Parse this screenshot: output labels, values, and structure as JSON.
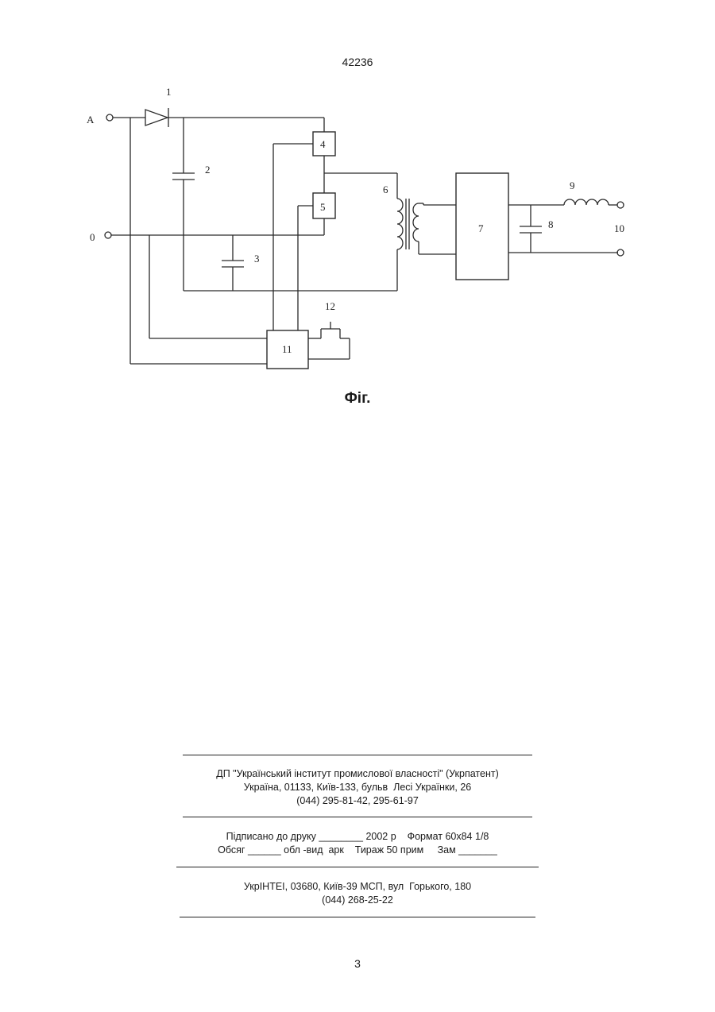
{
  "header": {
    "doc_number": "42236"
  },
  "figure": {
    "caption": "Фіг.",
    "terminals": {
      "a": "A",
      "zero": "0",
      "out": "10"
    },
    "labels": {
      "l1": "1",
      "l2": "2",
      "l3": "3",
      "l4": "4",
      "l5": "5",
      "l6": "6",
      "l7": "7",
      "l8": "8",
      "l9": "9",
      "l11": "11",
      "l12": "12"
    }
  },
  "imprint": {
    "block1": {
      "line1": "ДП \"Український інститут промислової власності\" (Укрпатент)",
      "line2": "Україна, 01133, Київ-133, бульв  Лесі Українки, 26",
      "line3": "(044) 295-81-42, 295-61-97"
    },
    "block2": {
      "line1": "Підписано до друку ________ 2002 р    Формат 60х84 1/8",
      "line2": "Обсяг ______ обл -вид  арк    Тираж 50 прим     Зам _______"
    },
    "block3": {
      "line1": "УкрІНТЕІ, 03680, Київ-39 МСП, вул  Горького, 180",
      "line2": "(044) 268-25-22"
    }
  },
  "footer": {
    "page_number": "3"
  }
}
